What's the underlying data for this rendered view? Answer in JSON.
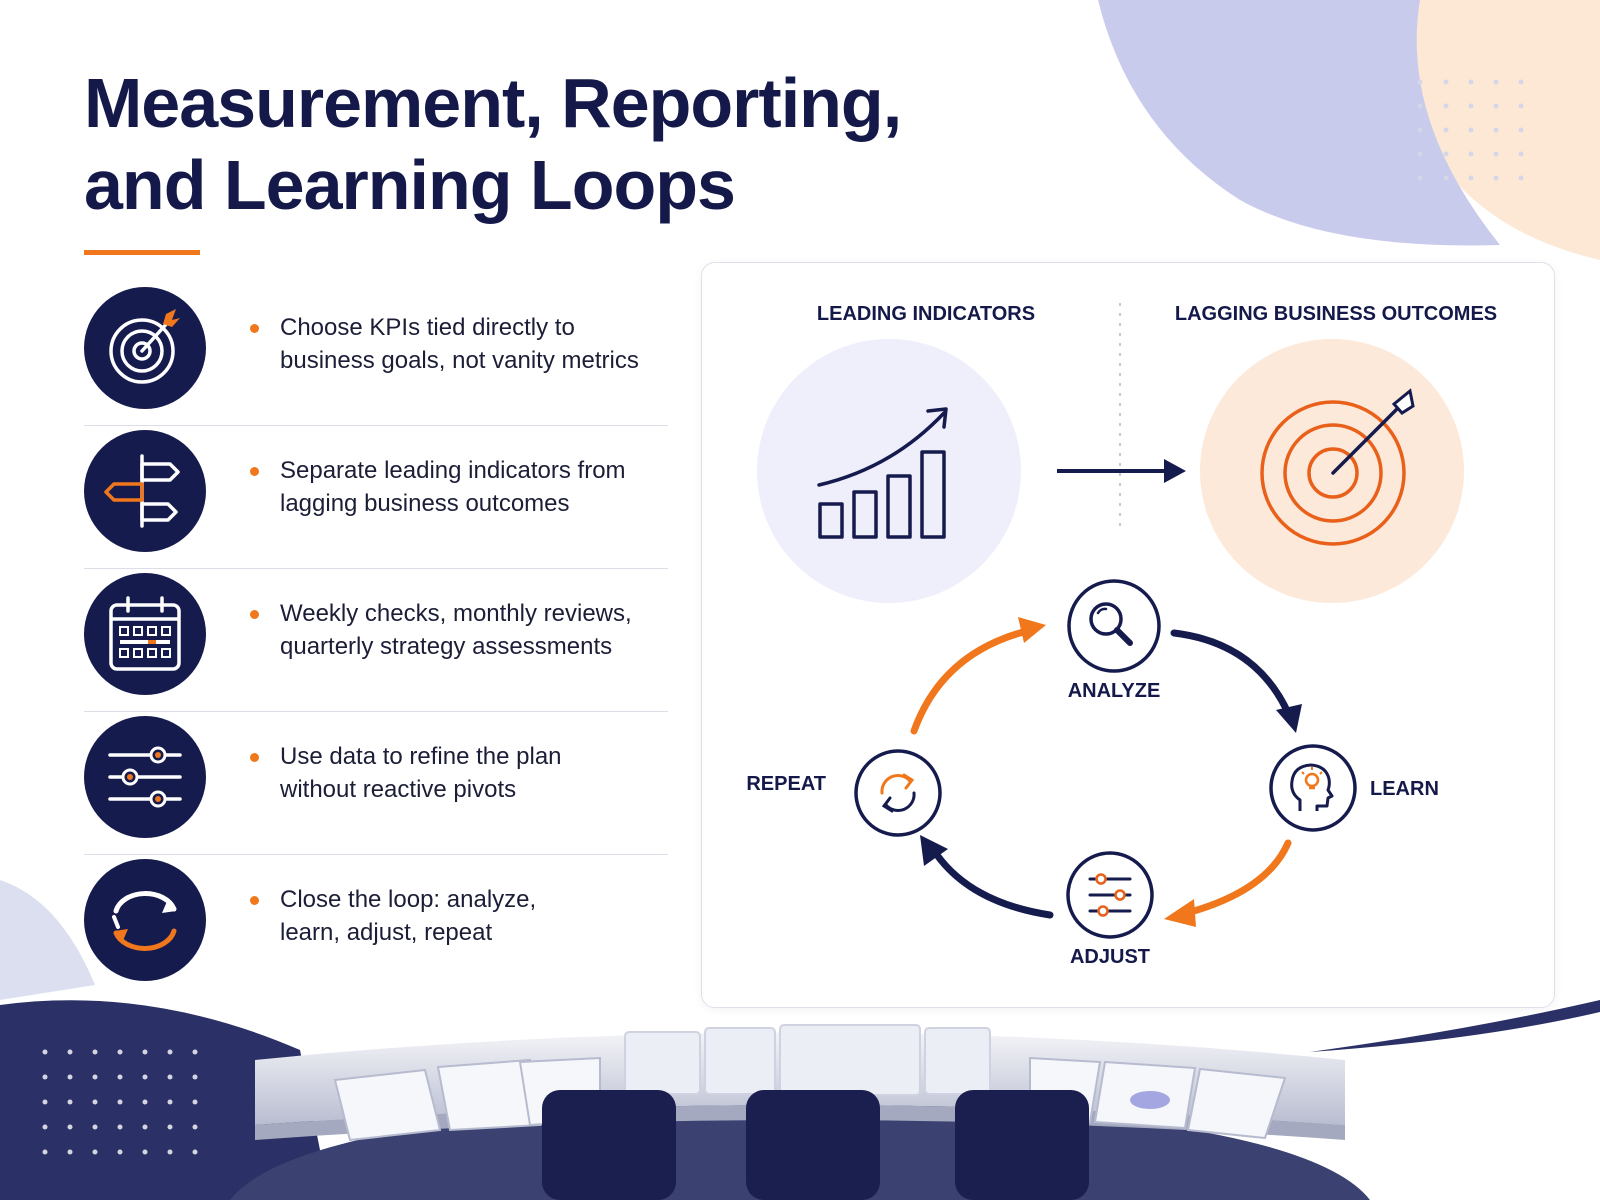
{
  "title": {
    "line1": "Measurement, Reporting,",
    "line2": "and Learning Loops"
  },
  "colors": {
    "navy": "#161b4e",
    "orange": "#f0771c",
    "lavender": "#c6c8ea",
    "peach": "#fde9d8"
  },
  "points": [
    {
      "icon": "target-arrow-icon",
      "line1": "Choose KPIs tied directly to",
      "line2": "business goals, not vanity metrics"
    },
    {
      "icon": "signpost-icon",
      "line1": "Separate leading indicators from",
      "line2": "lagging business outcomes"
    },
    {
      "icon": "calendar-icon",
      "line1": "Weekly checks, monthly reviews,",
      "line2": "quarterly strategy assessments"
    },
    {
      "icon": "sliders-icon",
      "line1": "Use data to refine the plan",
      "line2": "without reactive pivots"
    },
    {
      "icon": "cycle-arrows-icon",
      "line1": "Close the loop: analyze,",
      "line2": "learn, adjust, repeat"
    }
  ],
  "diagram": {
    "leading_label": "LEADING INDICATORS",
    "lagging_label": "LAGGING BUSINESS  OUTCOMES",
    "cycle": {
      "analyze": "ANALYZE",
      "learn": "LEARN",
      "adjust": "ADJUST",
      "repeat": "REPEAT"
    }
  }
}
